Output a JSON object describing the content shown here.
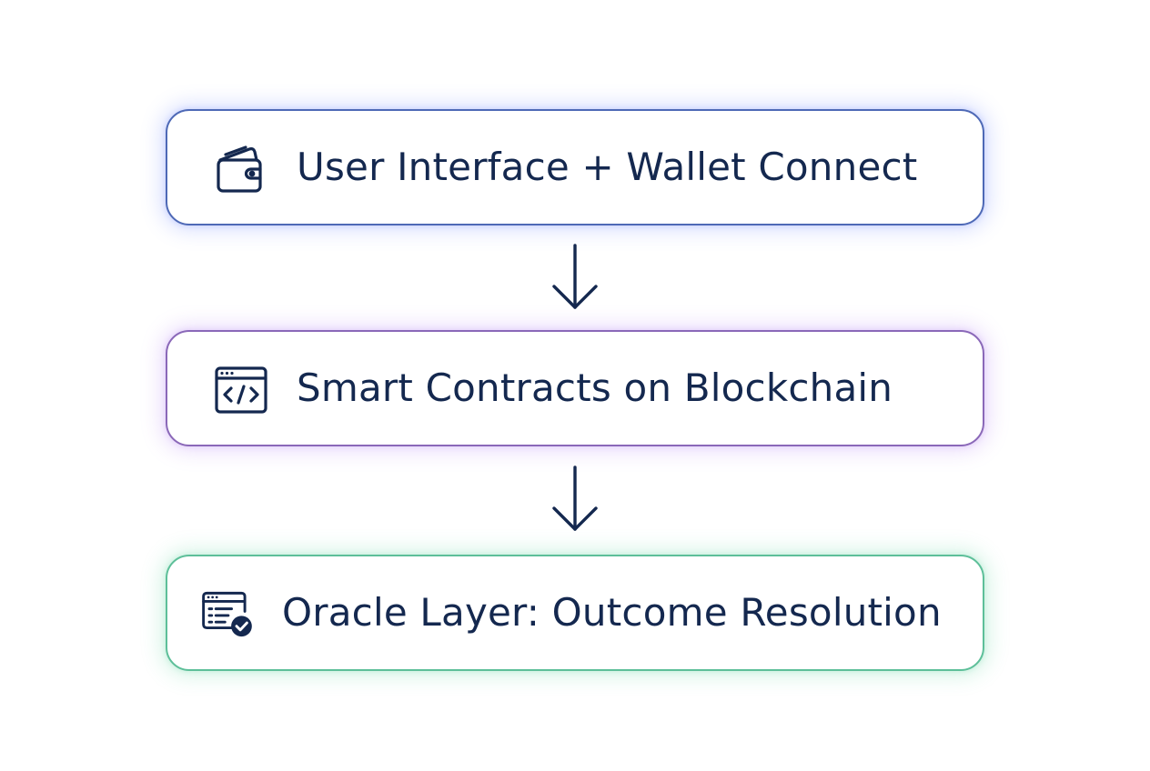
{
  "diagram": {
    "layers": [
      {
        "label": "User Interface + Wallet Connect",
        "icon": "wallet-icon",
        "border_color": "#4e69b6",
        "glow_color": "#5c78ff"
      },
      {
        "label": "Smart Contracts on Blockchain",
        "icon": "code-window-icon",
        "border_color": "#8a68b8",
        "glow_color": "#aa6ef0"
      },
      {
        "label": "Oracle Layer: Outcome Resolution",
        "icon": "verified-list-icon",
        "border_color": "#5dbf99",
        "glow_color": "#50d296"
      }
    ],
    "arrows": [
      {
        "from": "User Interface + Wallet Connect",
        "to": "Smart Contracts on Blockchain",
        "icon": "arrow-down-icon"
      },
      {
        "from": "Smart Contracts on Blockchain",
        "to": "Oracle Layer: Outcome Resolution",
        "icon": "arrow-down-icon"
      }
    ],
    "text_color": "#14284f"
  }
}
